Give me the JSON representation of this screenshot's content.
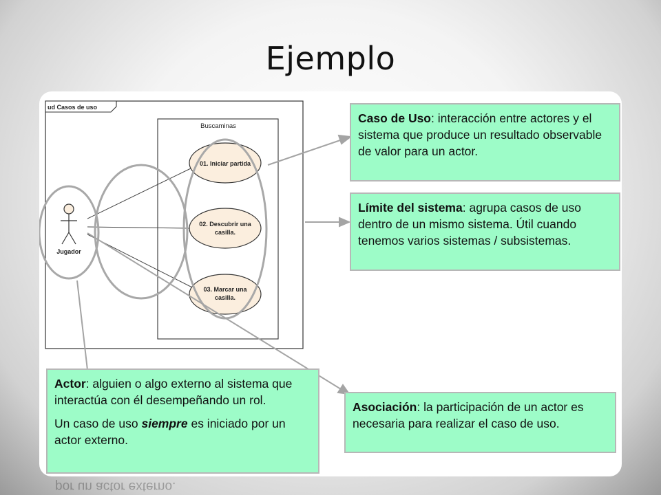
{
  "title": "Ejemplo",
  "diagram": {
    "frame_label": "ud Casos de uso",
    "system_name": "Buscaminas",
    "actor_name": "Jugador",
    "use_cases": [
      {
        "line1": "01. Iniciar partida",
        "line2": ""
      },
      {
        "line1": "02. Descubrir una",
        "line2": "casilla."
      },
      {
        "line1": "03. Marcar una",
        "line2": "casilla."
      }
    ]
  },
  "notes": {
    "caso_de_uso": {
      "term": "Caso de Uso",
      "text": ": interacción entre actores y el sistema que produce un resultado observable de valor para un actor."
    },
    "limite": {
      "term": "Límite del sistema",
      "text": ": agrupa casos de uso dentro de un mismo sistema. Útil cuando tenemos varios sistemas / subsistemas."
    },
    "actor": {
      "term": "Actor",
      "text": ":  alguien o algo externo al sistema que interactúa con él desempeñando un rol.",
      "p2_before": "Un caso de uso ",
      "p2_emph": "siempre",
      "p2_after": " es iniciado por un actor externo."
    },
    "asociacion": {
      "term": "Asociación",
      "text": ": la participación de un actor es necesaria para realizar el caso de uso."
    }
  },
  "reflection_text": "por un actor externo."
}
